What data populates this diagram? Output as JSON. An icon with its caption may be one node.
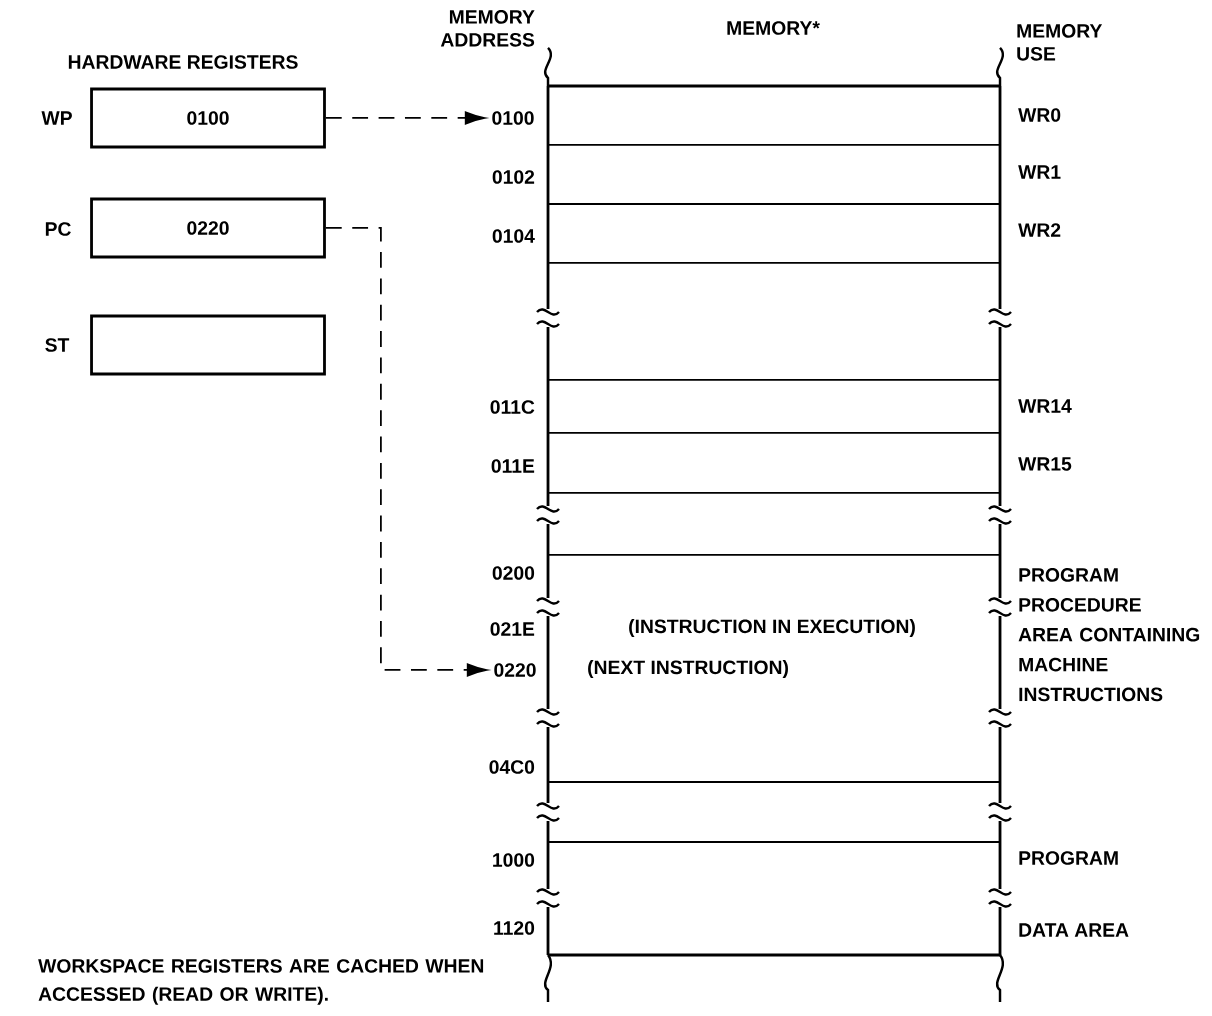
{
  "diagram": {
    "nodes": [
      {
        "text": [
          "0100"
        ],
        "beside": [
          "WP"
        ]
      },
      {
        "text": [
          "0220"
        ],
        "beside": [
          "PC"
        ]
      },
      {
        "text": [],
        "shape": "box",
        "beside": [
          "ST"
        ]
      },
      {
        "text": [
          "0100"
        ]
      },
      {
        "text": [
          "0220"
        ]
      }
    ],
    "edges": [
      {
        "from": 0,
        "to": 3,
        "arrow": "to",
        "style": "dashed"
      },
      {
        "from": 1,
        "to": 4,
        "arrow": "to",
        "style": "dashed"
      }
    ],
    "labels": [
      "HARDWARE REGISTERS",
      "MEMORY ADDRESS",
      "MEMORY*",
      "MEMORY USE",
      "WR0",
      "0102",
      "WR1",
      "0104",
      "WR2",
      "011C",
      "WR14",
      "011E",
      "WR15",
      "0200",
      "PROGRAM PROCEDURE AREA CONTAINING MACHINE INSTRUCTIONS",
      "021E",
      "(INSTRUCTION IN EXECUTION)",
      "(NEXT INSTRUCTION)",
      "04C0",
      "1000",
      "PROGRAM",
      "1120",
      "DATA AREA",
      "WORKSPACE REGISTERS ARE CACHED WHEN ACCESSED (READ OR WRITE)."
    ]
  }
}
